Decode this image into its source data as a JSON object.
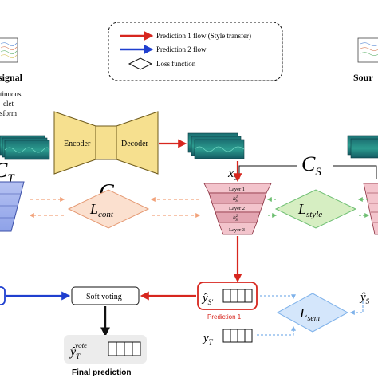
{
  "legend": {
    "pred1": "Prediction 1 flow (Style transfer)",
    "pred2": "Prediction 2 flow",
    "loss": "Loss function"
  },
  "left": {
    "signal": "signal",
    "cwt_line1": "tinuous",
    "cwt_line2": "elet",
    "cwt_line3": "sform",
    "ct_base": "C",
    "ct_sub": "T"
  },
  "right": {
    "source": "Sour"
  },
  "generator": {
    "encoder": "Encoder",
    "decoder": "Decoder",
    "label": "G"
  },
  "xs": {
    "base": "x",
    "sub": "S′"
  },
  "cs": {
    "base": "C",
    "sub": "S"
  },
  "layers": {
    "l1": "Layer 1",
    "h1": "h",
    "h1s": "1",
    "h1t": "S",
    "l2": "Layer 2",
    "h2": "h",
    "h2s": "2",
    "h2t": "S",
    "l3": "Layer 3"
  },
  "losses": {
    "cont_base": "L",
    "cont_sub": "cont",
    "style_base": "L",
    "style_sub": "style",
    "sem_base": "L",
    "sem_sub": "sem"
  },
  "voting": "Soft voting",
  "pred1_label": "Prediction 1",
  "yhat_sp": {
    "base": "ŷ",
    "sub": "S′"
  },
  "yhat_s": {
    "base": "ŷ",
    "sub": "S"
  },
  "y_t": {
    "base": "y",
    "sub": "T"
  },
  "vote": {
    "base": "ŷ",
    "sub": "T",
    "sup": "vote"
  },
  "final": "Final prediction",
  "colors": {
    "red": "#d7261e",
    "blue": "#1f3fcf",
    "orange_fill": "#fbe0cf",
    "green_fill": "#d6eec2",
    "blue_fill": "#d4e6fb",
    "layer_pink": "#f3c4cc",
    "layer_dark": "#e3a5b1"
  }
}
